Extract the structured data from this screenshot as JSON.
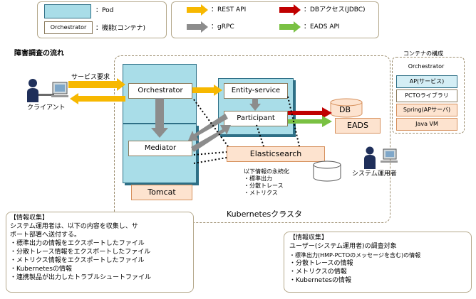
{
  "legend": {
    "pod_label": "：Pod",
    "orchestrator_box": "Orchestrator",
    "orchestrator_desc": "：機能(コンテナ)",
    "rest": "：REST API",
    "grpc": "：gRPC",
    "db": "：DBアクセス(JDBC)",
    "eads": "：EADS API"
  },
  "colors": {
    "rest": "#f7b800",
    "grpc": "#8c8c8c",
    "db": "#c00000",
    "eads": "#7ac143",
    "pod": "#a9dde8",
    "orange_box": "#fde3cf"
  },
  "title": "障害調査の流れ",
  "client_label": "クライアント",
  "service_request": "サービス要求",
  "orchestrator": "Orchestrator",
  "mediator": "Mediator",
  "tomcat": "Tomcat",
  "entity_service": "Entity-service",
  "participant": "Participant",
  "db": "DB",
  "eads": "EADS",
  "elasticsearch": "Elasticsearch",
  "persist": {
    "heading": "以下情報の永続化",
    "items": [
      "・標準出力",
      "・分散トレース",
      "・メトリクス"
    ]
  },
  "operator_label": "システム運用者",
  "cluster_label": "Kubernetesクラスタ",
  "container_stack": {
    "title": "コンテナの構成",
    "layers": [
      "Orchestrator",
      "AP(サービス)",
      "PCTOライブラリ",
      "Spring(APサーバ)",
      "Java VM"
    ]
  },
  "info_left": {
    "heading": "【情報収集】",
    "lines": [
      "システム運用者は、以下の内容を収集し、サ",
      "ポート部署へ送付する。",
      "・標準出力の情報をエクスポートしたファイル",
      "・分散トレース情報をエクスポートしたファイル",
      "・メトリクス情報をエクスポートしたファイル",
      "・Kubernetesの情報",
      "・連携製品が出力したトラブルシュートファイル"
    ]
  },
  "info_right": {
    "heading": "【情報収集】",
    "lines": [
      "ユーザー(システム運用者)の調査対象",
      "・標準出力(HMP-PCTOのメッセージを含む)の情報",
      "・分散トレースの情報",
      "・メトリクスの情報",
      "・Kubernetesの情報"
    ]
  }
}
